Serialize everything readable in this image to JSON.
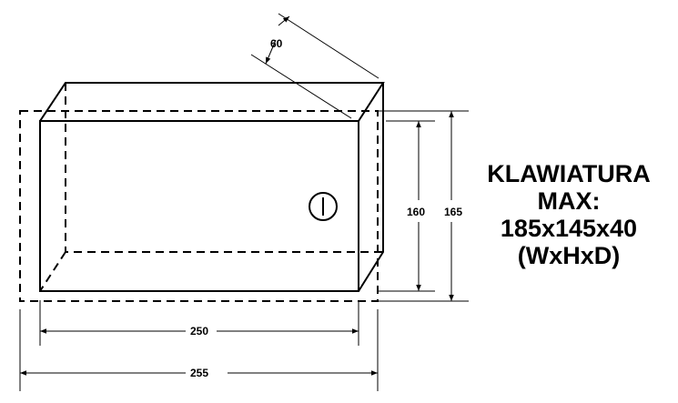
{
  "dimensions": {
    "depth": "60",
    "inner_height": "160",
    "outer_height": "165",
    "inner_width": "250",
    "outer_width": "255"
  },
  "note": {
    "lines": [
      "KLAWIATURA",
      "MAX:",
      "185x145x40",
      "(WxHxD)"
    ]
  },
  "colors": {
    "line": "#000000",
    "background": "#ffffff"
  },
  "icons": {
    "lock": "circle-with-vertical-bar"
  }
}
